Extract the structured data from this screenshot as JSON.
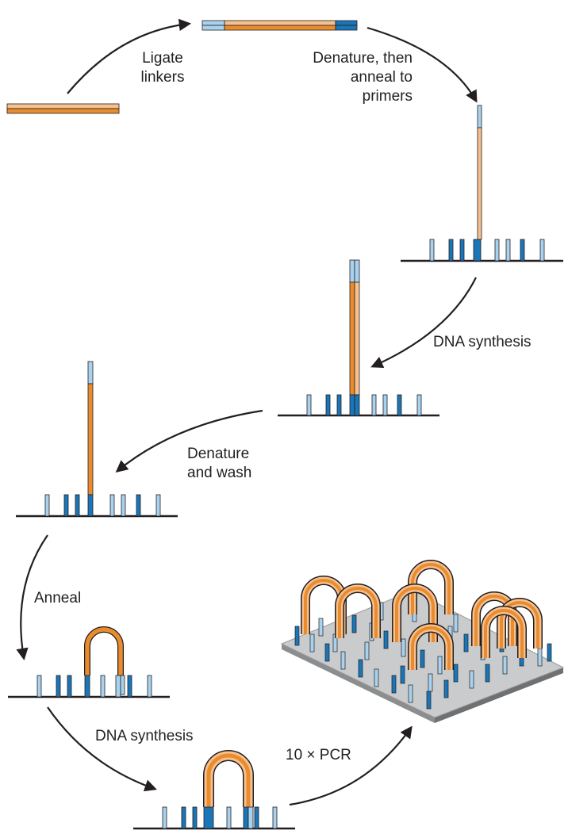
{
  "labels": {
    "ligate": "Ligate\nlinkers",
    "denature_anneal": "Denature, then\nanneal to\nprimers",
    "synthesis_1": "DNA synthesis",
    "denature_wash": "Denature\nand wash",
    "anneal": "Anneal",
    "synthesis_2": "DNA synthesis",
    "pcr": "10 × PCR"
  },
  "colors": {
    "orange": "#E98C2E",
    "light_orange": "#F6C08F",
    "blue": "#1A76B8",
    "light_blue": "#A9D2EE",
    "outline": "#231f20",
    "surface": "#c9cbcc",
    "surface_side": "#8b8d8f",
    "arrow": "#231f20"
  }
}
